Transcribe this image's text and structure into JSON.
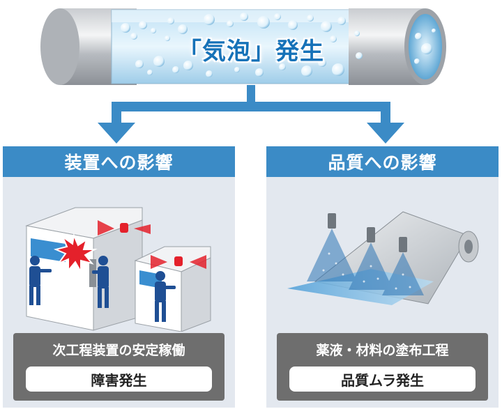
{
  "pipe": {
    "label": "「気泡」発生"
  },
  "panels": [
    {
      "header": "装置への影響",
      "caption": "次工程装置の安定稼働",
      "result": "障害発生"
    },
    {
      "header": "品質への影響",
      "caption": "薬液・材料の塗布工程",
      "result": "品質ムラ発生"
    }
  ],
  "colors": {
    "accent_blue": "#3b8bc6",
    "title_blue": "#1672b8",
    "panel_bg": "#e3e8ef",
    "caption_gray": "#6e6e6e",
    "alert_red": "#e4212b"
  }
}
